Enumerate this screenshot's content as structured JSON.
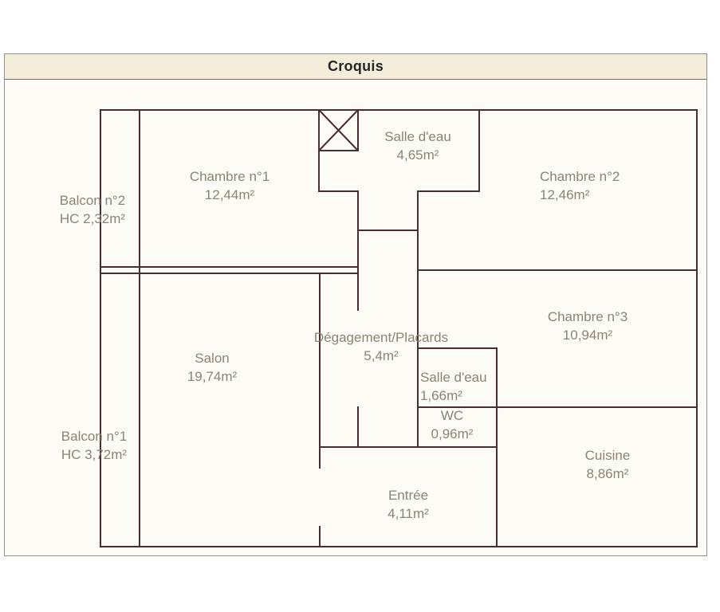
{
  "title": "Croquis",
  "colors": {
    "wall_ink": "#472f35",
    "label_ink": "#8c8474",
    "titlebar_bg": "#f3edda",
    "paper_bg": "#fcfbf6"
  },
  "rooms": [
    {
      "name": "Balcon n°2",
      "area": "HC 2,32m²"
    },
    {
      "name": "Chambre n°1",
      "area": "12,44m²"
    },
    {
      "name": "Salle d'eau",
      "area": "4,65m²"
    },
    {
      "name": "Chambre n°2",
      "area": "12,46m²"
    },
    {
      "name": "Chambre n°3",
      "area": "10,94m²"
    },
    {
      "name": "Salon",
      "area": "19,74m²"
    },
    {
      "name": "Dégagement/Placards",
      "area": "5,4m²"
    },
    {
      "name": "Salle d'eau",
      "area": "1,66m²"
    },
    {
      "name": "WC",
      "area": "0,96m²"
    },
    {
      "name": "Balcon n°1",
      "area": "HC 3,72m²"
    },
    {
      "name": "Cuisine",
      "area": "8,86m²"
    },
    {
      "name": "Entrée",
      "area": "4,11m²"
    }
  ]
}
